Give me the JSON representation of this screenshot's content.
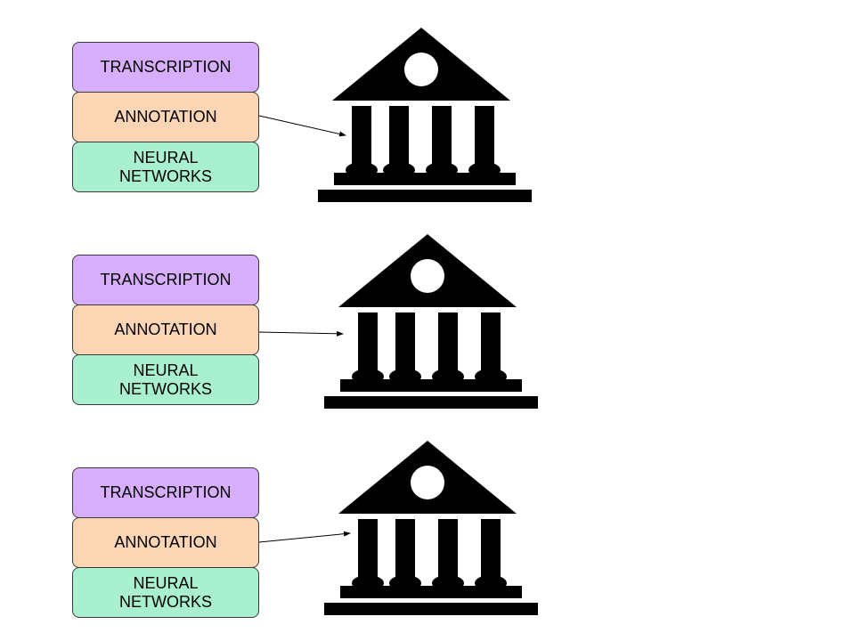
{
  "groups": [
    {
      "transcription": "TRANSCRIPTION",
      "annotation": "ANNOTATION",
      "neural": "NEURAL\nNETWORKS",
      "icon": "institution-icon"
    },
    {
      "transcription": "TRANSCRIPTION",
      "annotation": "ANNOTATION",
      "neural": "NEURAL\nNETWORKS",
      "icon": "institution-icon"
    },
    {
      "transcription": "TRANSCRIPTION",
      "annotation": "ANNOTATION",
      "neural": "NEURAL\nNETWORKS",
      "icon": "institution-icon"
    }
  ],
  "colors": {
    "transcription": "#d7aefb",
    "annotation": "#fcd5b4",
    "neural": "#a8f0cf",
    "icon": "#000000"
  }
}
